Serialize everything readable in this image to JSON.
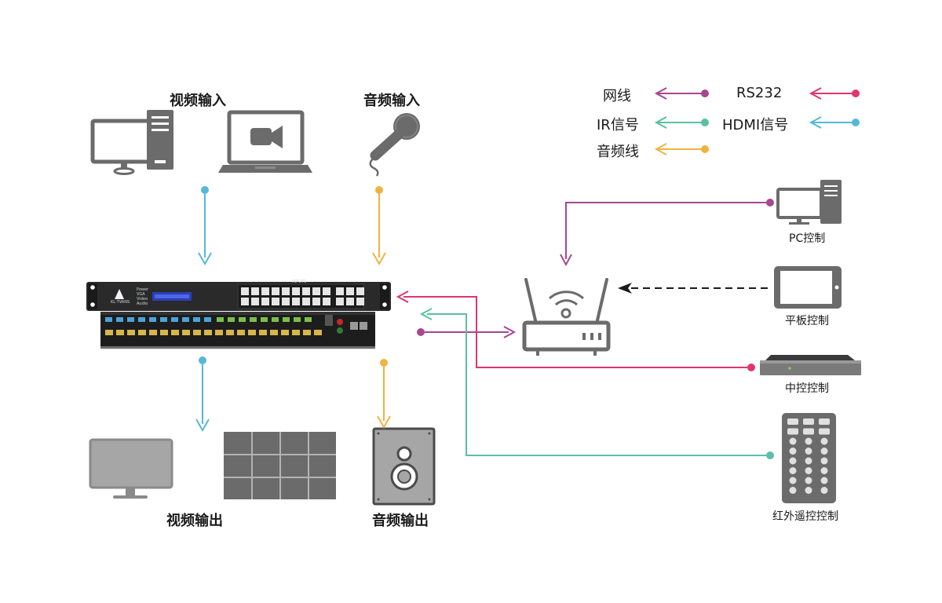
{
  "labels": {
    "video_input": "视频输入",
    "audio_input": "音频输入",
    "video_output": "视频输出",
    "audio_output": "音频输出",
    "pc_control": "PC控制",
    "tablet_control": "平板控制",
    "central_control": "中控控制",
    "ir_remote_control": "红外遥控控制"
  },
  "legend": [
    {
      "label": "网线",
      "color": "#a8468f"
    },
    {
      "label": "RS232",
      "color": "#e0356d"
    },
    {
      "label": "IR信号",
      "color": "#5bbfa6"
    },
    {
      "label": "HDMI信号",
      "color": "#55b8d6"
    },
    {
      "label": "音频线",
      "color": "#f0b342"
    }
  ],
  "device": {
    "brand": "KL·TVANS",
    "front_labels": [
      "Power",
      "VGA",
      "Video",
      "Audio"
    ],
    "inputs_label": "INPUTS"
  },
  "colors": {
    "network": "#a8468f",
    "rs232": "#e0356d",
    "ir": "#5bbfa6",
    "hdmi": "#55b8d6",
    "audio": "#f0b342",
    "icon_grey": "#6b6b6b",
    "screen_grey": "#a6a6a6"
  }
}
